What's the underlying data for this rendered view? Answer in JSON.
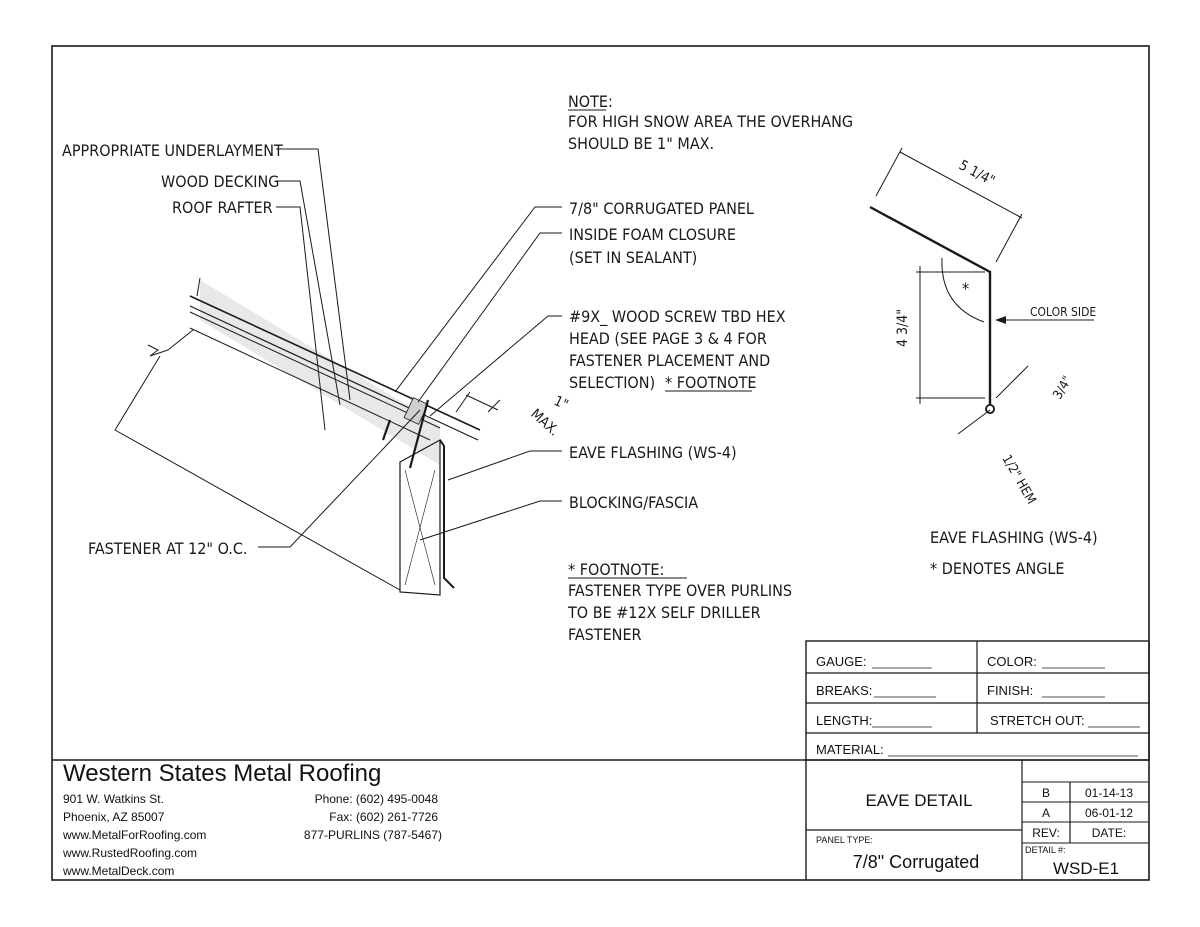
{
  "notes": {
    "note_title": "NOTE:",
    "note_line1": "FOR HIGH SNOW AREA THE OVERHANG",
    "note_line2": "SHOULD BE 1\" MAX.",
    "footnote_title": "* FOOTNOTE:",
    "footnote_line1": "FASTENER TYPE OVER PURLINS",
    "footnote_line2": "TO BE #12X SELF DRILLER",
    "footnote_line3": "FASTENER"
  },
  "callouts": {
    "underlayment": "APPROPRIATE UNDERLAYMENT",
    "decking": "WOOD DECKING",
    "rafter": "ROOF RAFTER",
    "panel": "7/8\" CORRUGATED PANEL",
    "closure_1": "INSIDE FOAM CLOSURE",
    "closure_2": "(SET IN SEALANT)",
    "screw_1": "#9X_ WOOD SCREW TBD HEX",
    "screw_2": "HEAD (SEE PAGE 3 & 4 FOR",
    "screw_3": "FASTENER PLACEMENT AND",
    "screw_4": "SELECTION)",
    "screw_footnote": "* FOOTNOTE",
    "eave_flashing": "EAVE FLASHING (WS-4)",
    "blocking": "BLOCKING/FASCIA",
    "fastener": "FASTENER AT 12\" O.C.",
    "dim_1": "1\"",
    "dim_max": "MAX."
  },
  "profile": {
    "dim_top": "5 1/4\"",
    "dim_left": "4 3/4\"",
    "dim_lip": "3/4\"",
    "dim_hem": "1/2\" HEM",
    "angle_mark": "*",
    "color_side": "COLOR SIDE",
    "caption": "EAVE FLASHING (WS-4)",
    "angle_note": "* DENOTES ANGLE"
  },
  "title_block": {
    "gauge": "GAUGE:",
    "color": "COLOR:",
    "breaks": "BREAKS:",
    "finish": "FINISH:",
    "length": "LENGTH:",
    "stretch_out": "STRETCH OUT:",
    "material": "MATERIAL:",
    "company": "Western States Metal Roofing",
    "address_1": "901 W. Watkins St.",
    "address_2": "Phoenix, AZ 85007",
    "web_1": "www.MetalForRoofing.com",
    "web_2": "www.RustedRoofing.com",
    "web_3": "www.MetalDeck.com",
    "phone": "Phone: (602) 495-0048",
    "fax": "Fax: (602) 261-7726",
    "tollfree": "877-PURLINS (787-5467)",
    "detail_title": "EAVE DETAIL",
    "panel_type_label": "PANEL TYPE:",
    "panel_type_value": "7/8\" Corrugated",
    "rev_b": "B",
    "rev_b_date": "01-14-13",
    "rev_a": "A",
    "rev_a_date": "06-01-12",
    "rev_label": "REV:",
    "date_label": "DATE:",
    "detail_no_label": "DETAIL #:",
    "detail_no": "WSD-E1"
  }
}
